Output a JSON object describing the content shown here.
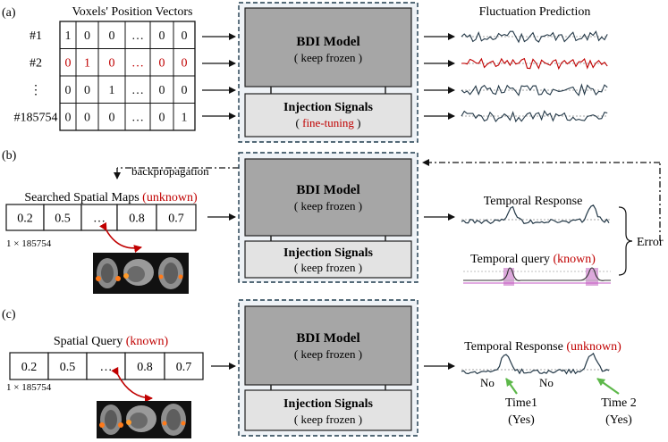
{
  "colors": {
    "red": "#c00000",
    "model_fill": "#a6a6a6",
    "injection_fill": "#e3e3e3",
    "panel_fill": "#eef2f6",
    "panel_border": "#1f3b4d",
    "wave": "#233847",
    "highlight": "#d79ad6"
  },
  "panel_a": {
    "label": "(a)",
    "table_title": "Voxels' Position Vectors",
    "rows": [
      {
        "id": "#1",
        "cells": [
          "1",
          "0",
          "0",
          "…",
          "0",
          "0"
        ],
        "highlight": false
      },
      {
        "id": "#2",
        "cells": [
          "0",
          "1",
          "0",
          "…",
          "0",
          "0"
        ],
        "highlight": true
      },
      {
        "id": "⋮",
        "cells": [
          "0",
          "0",
          "1",
          "…",
          "0",
          "0"
        ],
        "highlight": false
      },
      {
        "id": "#185754",
        "cells": [
          "0",
          "0",
          "0",
          "…",
          "0",
          "1"
        ],
        "highlight": false
      }
    ],
    "model_title": "BDI Model",
    "model_sub": "( keep frozen )",
    "injection_title": "Injection Signals",
    "injection_open": "(",
    "injection_sub": "fine-tuning",
    "injection_close": ")",
    "output_title": "Fluctuation Prediction"
  },
  "panel_b": {
    "label": "(b)",
    "backprop_label": "backpropagation",
    "map_title": "Searched Spatial Maps",
    "map_title_tag": "(unknown)",
    "cells": [
      "0.2",
      "0.5",
      "…",
      "0.8",
      "0.7"
    ],
    "dims": "1 × 185754",
    "model_title": "BDI Model",
    "model_sub": "( keep frozen )",
    "injection_title": "Injection Signals",
    "injection_sub": "( keep frozen )",
    "response_title": "Temporal Response",
    "query_title": "Temporal query",
    "query_tag": "(known)",
    "error_label": "Error"
  },
  "panel_c": {
    "label": "(c)",
    "query_title": "Spatial Query",
    "query_tag": "(known)",
    "cells": [
      "0.2",
      "0.5",
      "…",
      "0.8",
      "0.7"
    ],
    "dims": "1 × 185754",
    "model_title": "BDI Model",
    "model_sub": "( keep frozen )",
    "injection_title": "Injection Signals",
    "injection_sub": "( keep frozen )",
    "response_title": "Temporal Response",
    "response_tag": "(unknown)",
    "no1": "No",
    "no2": "No",
    "time1": "Time1",
    "time1_ans": "(Yes)",
    "time2": "Time 2",
    "time2_ans": "(Yes)"
  }
}
